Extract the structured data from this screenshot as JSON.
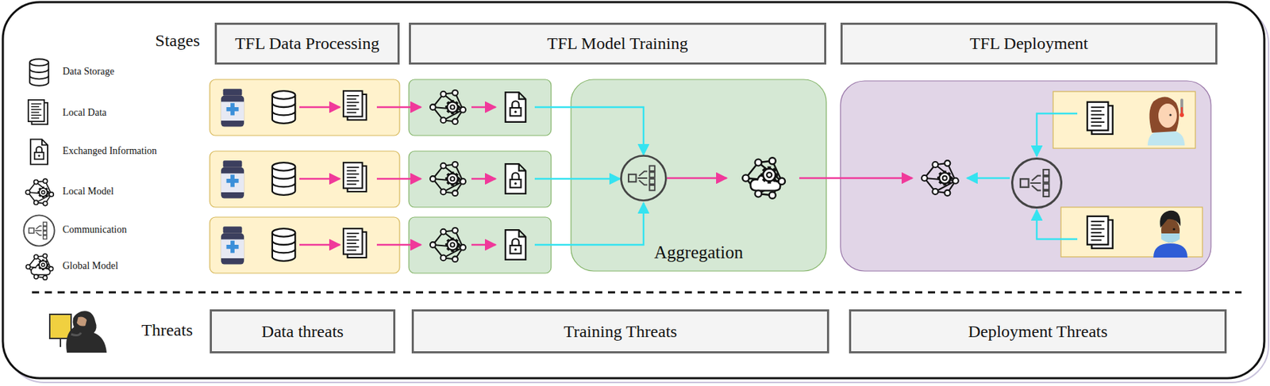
{
  "diagram": {
    "nodes": [
      {
        "text": [
          "TFL Data Processing"
        ]
      },
      {
        "text": [
          "TFL Model Training"
        ]
      },
      {
        "text": [
          "TFL Deployment"
        ]
      },
      {
        "text": [
          "Aggregation"
        ]
      },
      {
        "text": [
          "Data threats"
        ]
      },
      {
        "text": [
          "Training Threats"
        ]
      },
      {
        "text": [
          "Deployment Threats"
        ]
      }
    ],
    "labels": [
      "Stages",
      "Threats"
    ],
    "legend": [
      {
        "text": "Data Storage"
      },
      {
        "text": "Local Data"
      },
      {
        "text": "Exchanged Information"
      },
      {
        "text": "Local Model"
      },
      {
        "text": "Communication"
      },
      {
        "text": "Global Model"
      }
    ]
  }
}
